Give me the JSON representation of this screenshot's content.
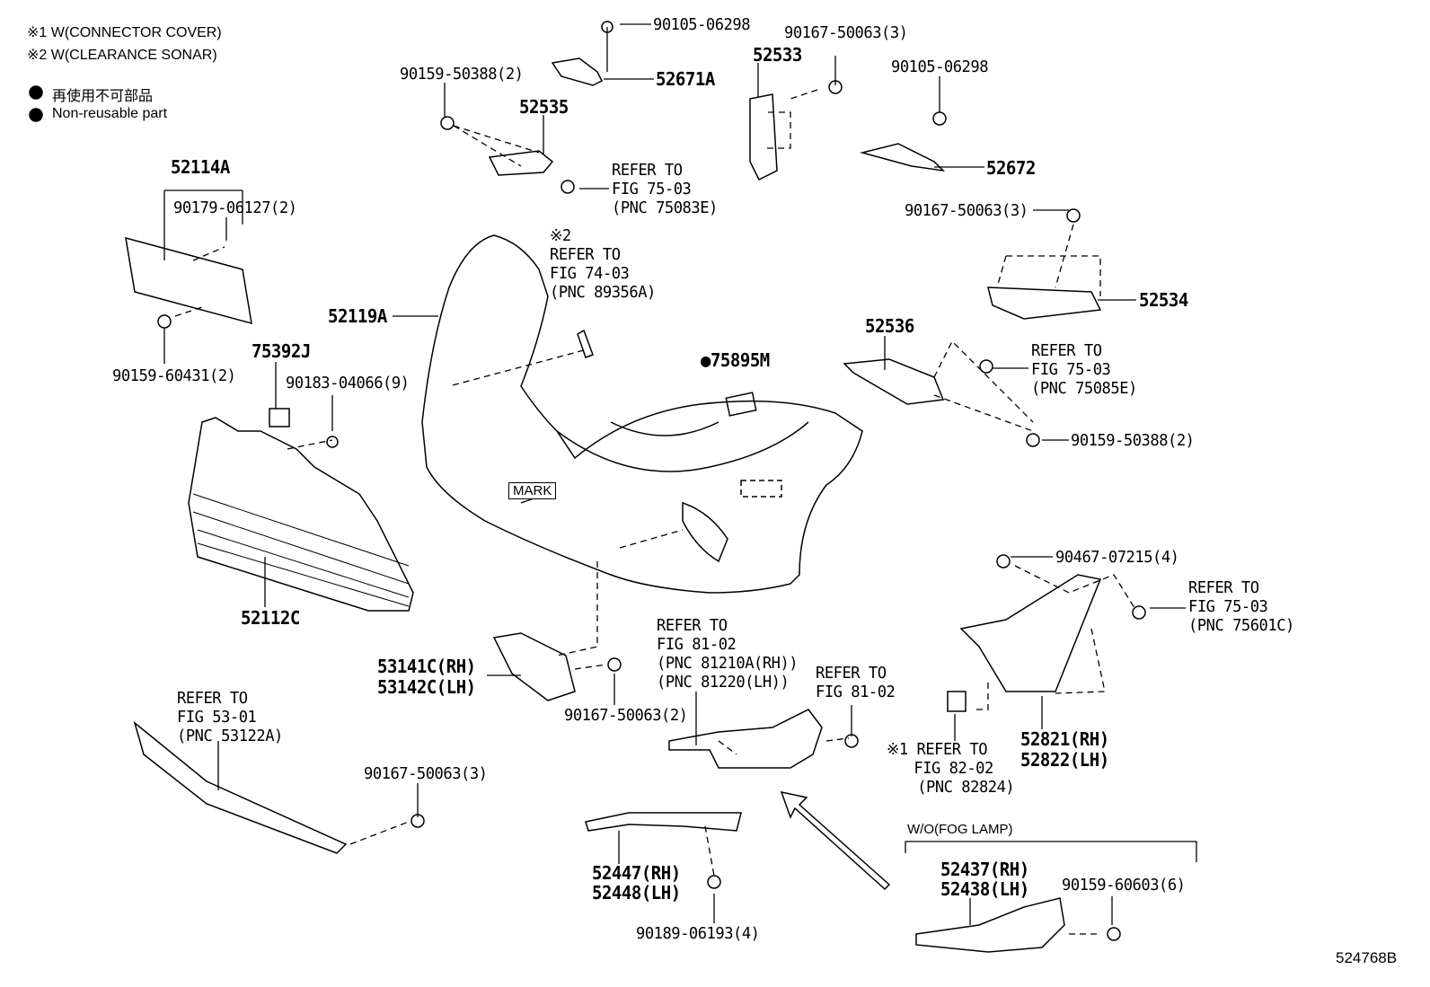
{
  "notes": {
    "note1": "※1 W(CONNECTOR COVER)",
    "note2": "※2 W(CLEARANCE SONAR)",
    "legend_jp": "再使用不可部品",
    "legend_en": "Non-reusable part"
  },
  "parts": {
    "p90105_06298_a": "90105-06298",
    "p90167_50063_3_top": "90167-50063(3)",
    "p90159_50388_2_top": "90159-50388(2)",
    "p52671A": "52671A",
    "p52533": "52533",
    "p90105_06298_b": "90105-06298",
    "p52535": "52535",
    "p52672": "52672",
    "p52114A": "52114A",
    "p90179_06127": "90179-06127(2)",
    "p90167_50063_3_right": "90167-50063(3)",
    "p52534": "52534",
    "p52119A": "52119A",
    "p75392J": "75392J",
    "p90159_60431": "90159-60431(2)",
    "p90183_04066": "90183-04066(9)",
    "p52536": "52536",
    "p75895M": "●75895M",
    "p90159_50388_2_right": "90159-50388(2)",
    "p52112C": "52112C",
    "p90467_07215": "90467-07215(4)",
    "p53141C": "53141C(RH)",
    "p53142C": "53142C(LH)",
    "p90167_50063_2": "90167-50063(2)",
    "p52821": "52821(RH)",
    "p52822": "52822(LH)",
    "p90167_50063_3_bottom": "90167-50063(3)",
    "p52437": "52437(RH)",
    "p52438": "52438(LH)",
    "p90159_60603": "90159-60603(6)",
    "p52447": "52447(RH)",
    "p52448": "52448(LH)",
    "p90189_06193": "90189-06193(4)"
  },
  "refs": {
    "r75083E": {
      "l1": "REFER TO",
      "l2": "FIG 75-03",
      "l3": "(PNC 75083E)"
    },
    "r89356A": {
      "mark": "※2",
      "l1": "REFER TO",
      "l2": "FIG 74-03",
      "l3": "(PNC 89356A)"
    },
    "r75085E": {
      "l1": "REFER TO",
      "l2": "FIG 75-03",
      "l3": "(PNC 75085E)"
    },
    "r75601C": {
      "l1": "REFER TO",
      "l2": "FIG 75-03",
      "l3": "(PNC 75601C)"
    },
    "r81210A": {
      "l1": "REFER TO",
      "l2": "FIG 81-02",
      "l3": "(PNC 81210A(RH))",
      "l4": "(PNC 81220(LH))"
    },
    "r81_02": {
      "l1": "REFER TO",
      "l2": "FIG 81-02"
    },
    "r53122A": {
      "l1": "REFER TO",
      "l2": "FIG 53-01",
      "l3": "(PNC 53122A)"
    },
    "r82824": {
      "l1": "※1 REFER TO",
      "l2": "FIG 82-02",
      "l3": "(PNC 82824)"
    }
  },
  "mark_label": "MARK",
  "wo_fog_lamp": "W/O(FOG LAMP)",
  "figure_id": "524768B"
}
